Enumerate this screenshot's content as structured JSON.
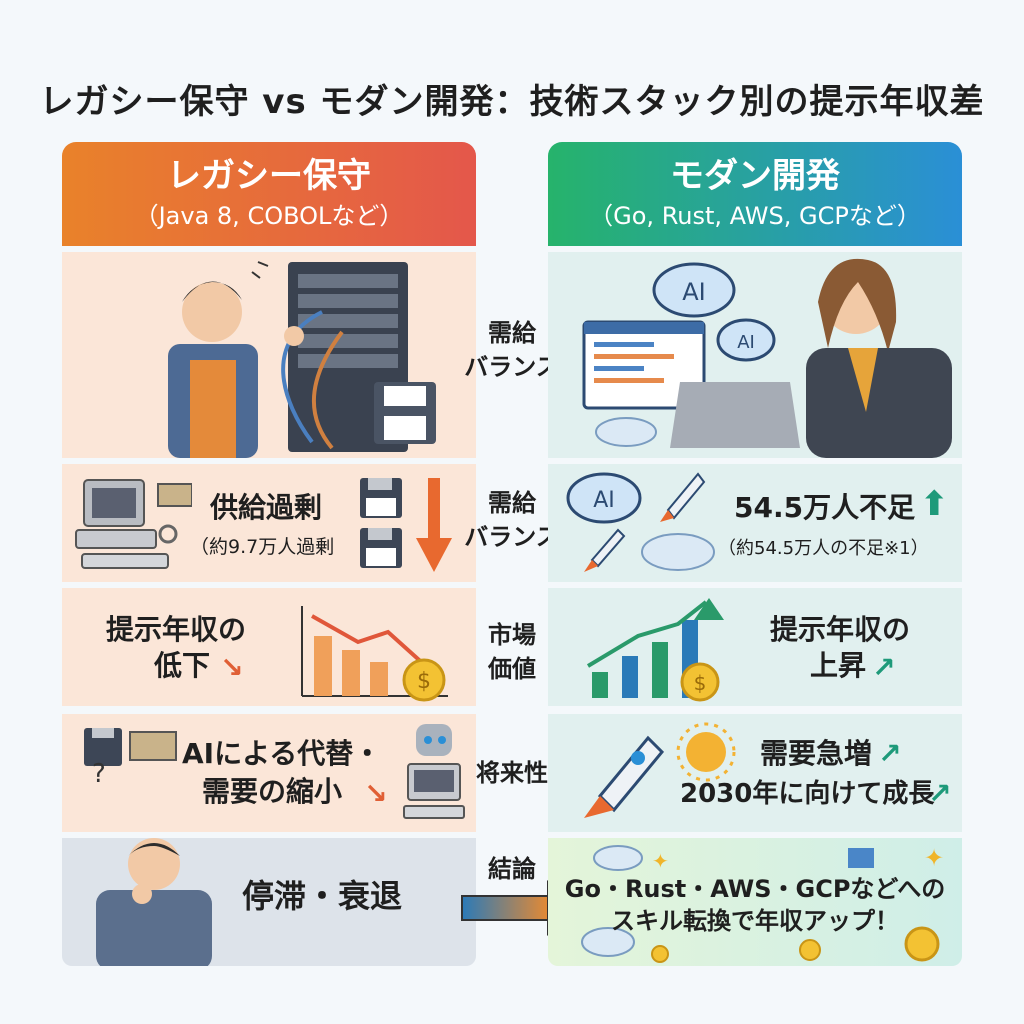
{
  "title": "レガシー保守 vs モダン開発：技術スタック別の提示年収差",
  "left": {
    "header": "レガシー保守",
    "subheader": "（Java 8, COBOLなど）",
    "supply_title": "供給過剰",
    "supply_sub": "（約9.7万人過剰",
    "salary_l1": "提示年収の",
    "salary_l2": "低下",
    "future_l1": "AIによる代替・",
    "future_l2": "需要の縮小",
    "conclusion": "停滞・衰退"
  },
  "middle": {
    "row1": "需給\nバランス",
    "row2": "需給\nバランス",
    "row3": "市場\n価値",
    "row4": "将来性",
    "row5": "結論"
  },
  "right": {
    "header": "モダン開発",
    "subheader": "（Go, Rust, AWS, GCPなど）",
    "shortage_title": "54.5万人不足",
    "shortage_sub": "（約54.5万人の不足※1）",
    "salary_l1": "提示年収の",
    "salary_l2": "上昇",
    "future_l1": "需要急増",
    "future_l2": "2030年に向けて成長",
    "conclusion_l1": "Go・Rust・AWS・GCPなどへの",
    "conclusion_l2": "スキル転換で年収アップ！",
    "ai_label": "AI"
  },
  "colors": {
    "left_header_start": "#e9822a",
    "left_header_end": "#e4574b",
    "right_header_start": "#26b36b",
    "right_header_end": "#2a8fd6"
  }
}
